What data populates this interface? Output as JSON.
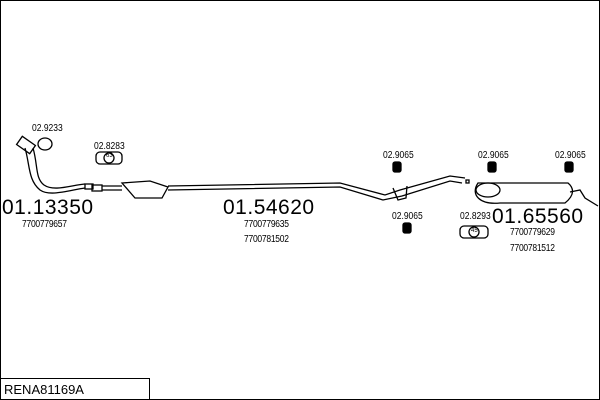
{
  "diagram_code": "RENA81169A",
  "parts": [
    {
      "number": "01.13350",
      "refs": [
        "7700779657"
      ]
    },
    {
      "number": "01.54620",
      "refs": [
        "7700779635",
        "7700781502"
      ]
    },
    {
      "number": "01.65560",
      "refs": [
        "7700779629",
        "7700781512"
      ]
    }
  ],
  "accessories": {
    "gasket": "02.9233",
    "clamp_front": "02.8283",
    "clamp_front_size": "63",
    "clamp_rear": "02.8293",
    "clamp_rear_size": "45",
    "hanger_1": "02.9065",
    "hanger_2": "02.9065",
    "hanger_3": "02.9065",
    "hanger_4": "02.9065"
  }
}
